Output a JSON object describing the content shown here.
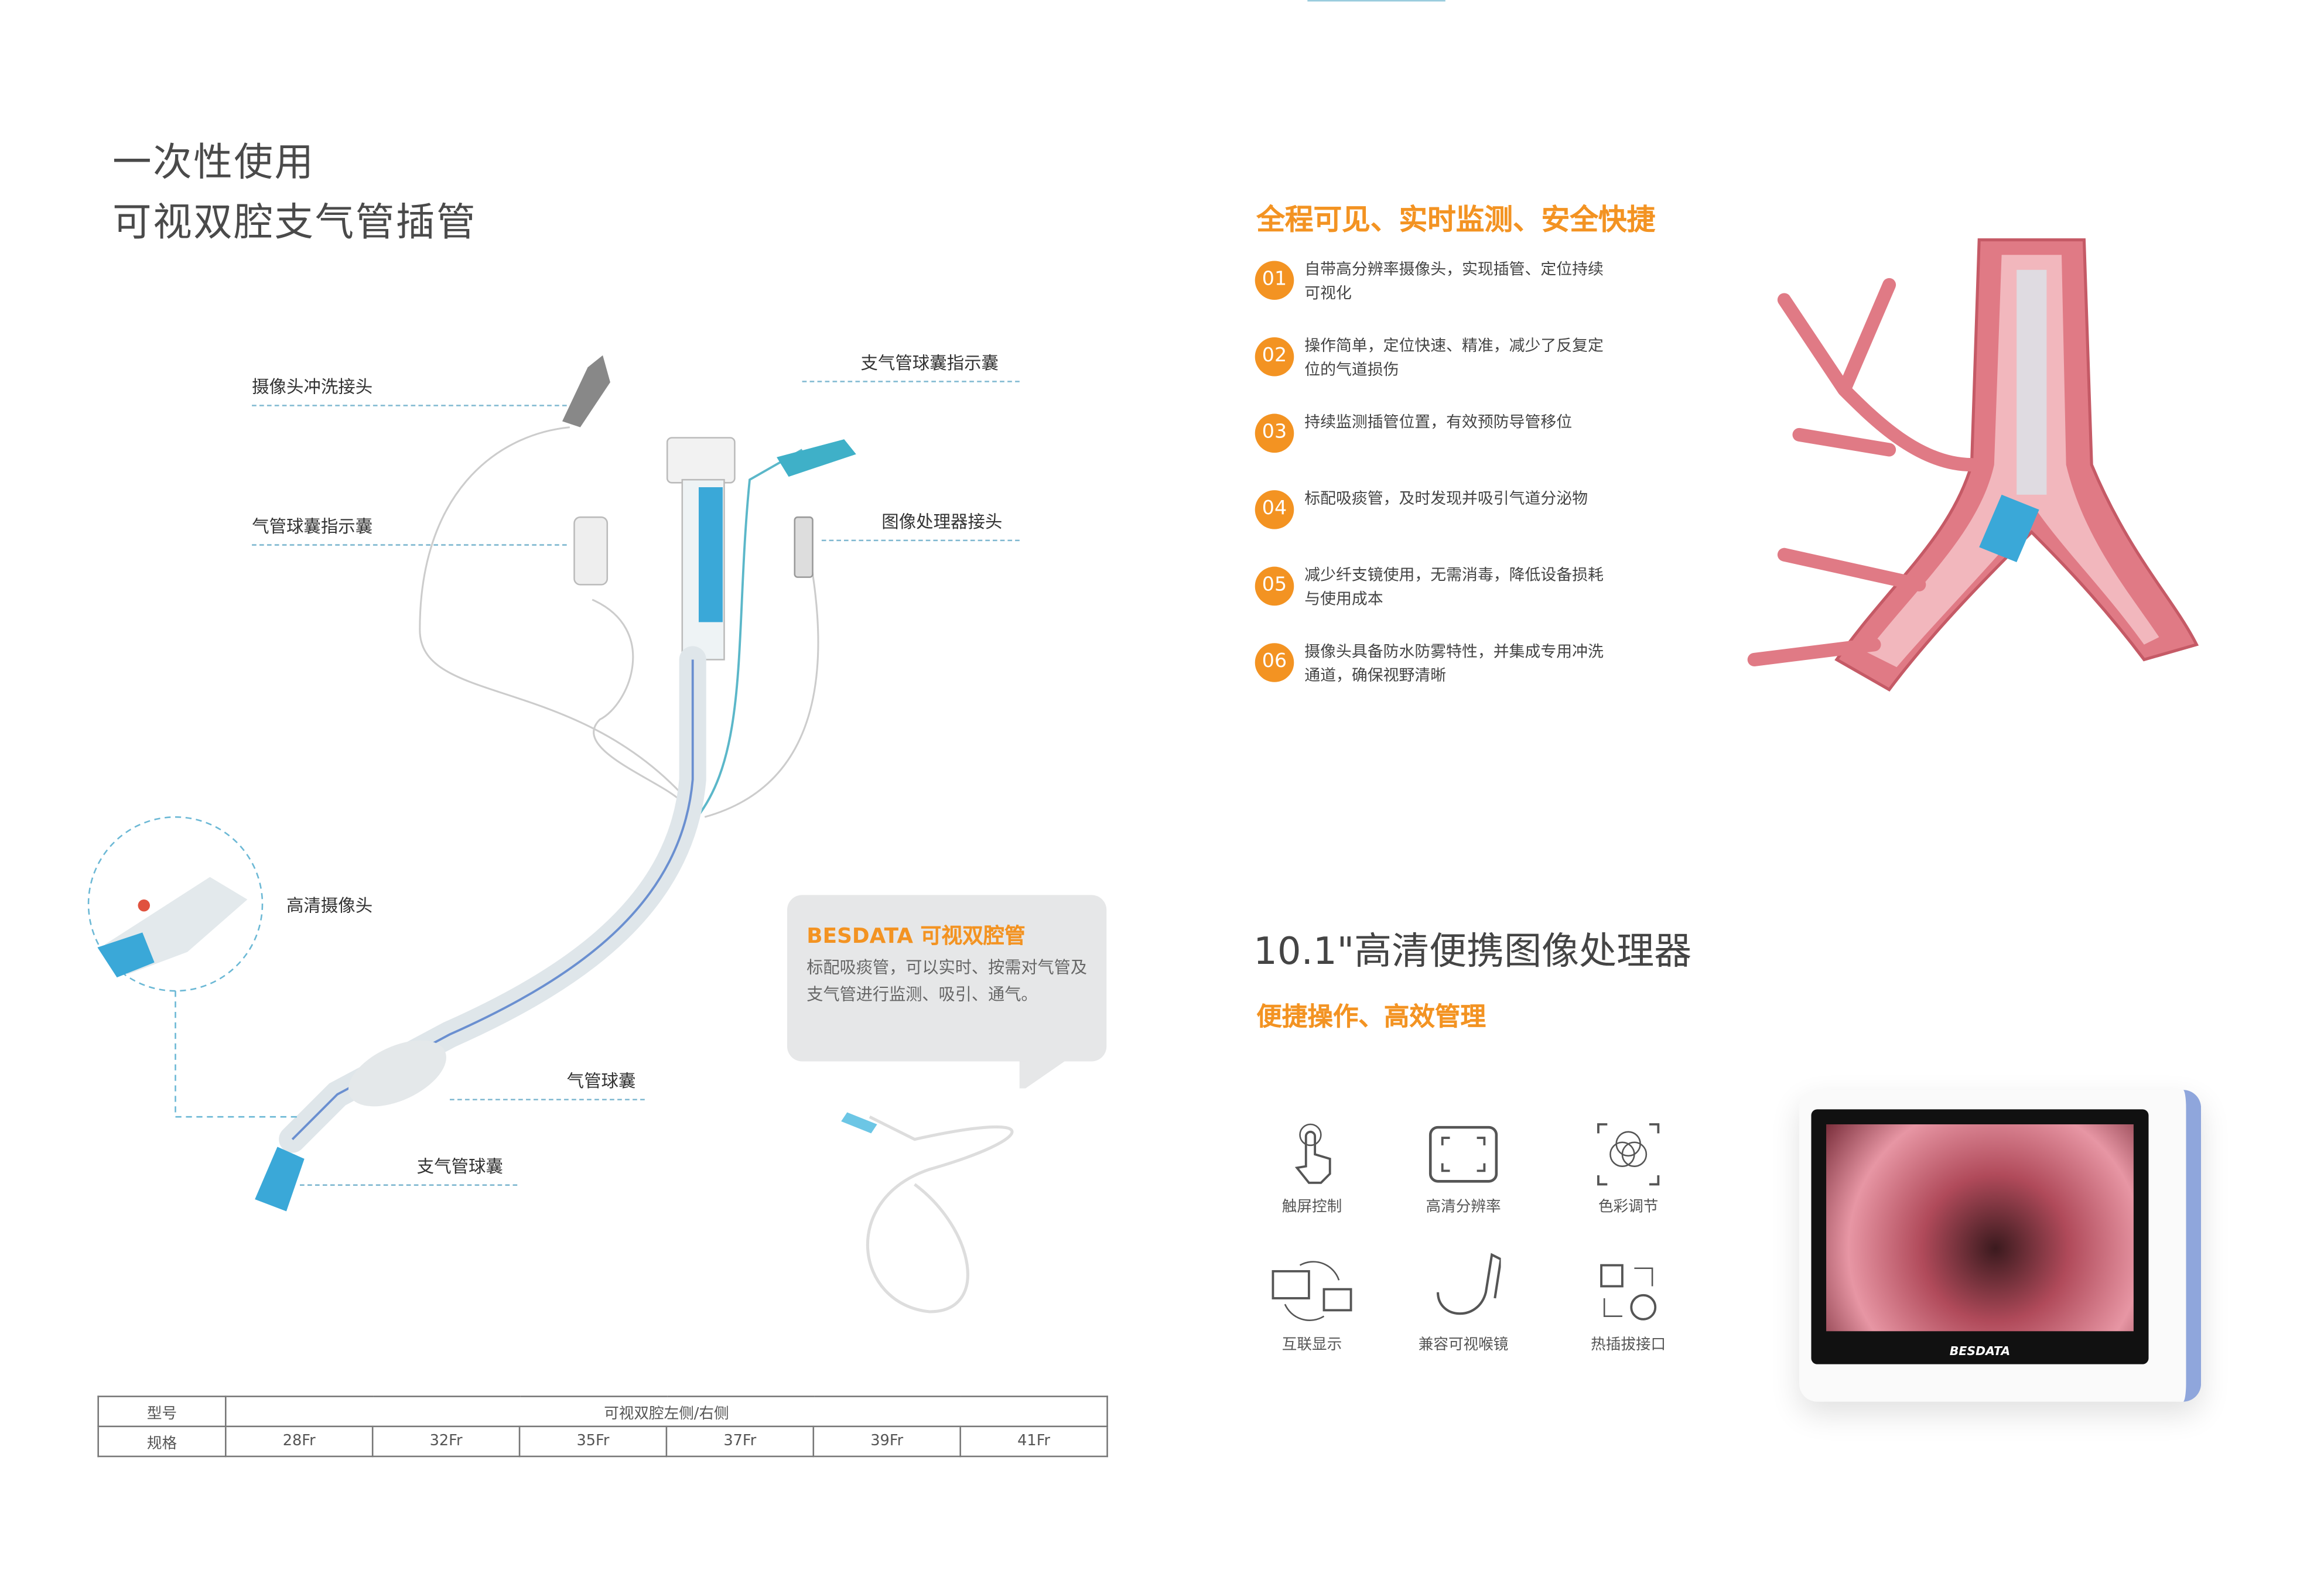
{
  "title": {
    "line1": "一次性使用",
    "line2": "可视双腔支气管插管"
  },
  "labels": {
    "flush_port": "摄像头冲洗接头",
    "tracheal_cuff_indicator": "气管球囊指示囊",
    "bronchial_cuff_indicator": "支气管球囊指示囊",
    "processor_connector": "图像处理器接头",
    "hd_camera": "高清摄像头",
    "tracheal_cuff": "气管球囊",
    "bronchial_cuff": "支气管球囊"
  },
  "callout": {
    "title": "BESDATA 可视双腔管",
    "body": "标配吸痰管，可以实时、按需对气管及支气管进行监测、吸引、通气。"
  },
  "spec_table": {
    "row1_header": "型号",
    "row1_value": "可视双腔左侧/右侧",
    "row2_header": "规格",
    "sizes": [
      "28Fr",
      "32Fr",
      "35Fr",
      "37Fr",
      "39Fr",
      "41Fr"
    ]
  },
  "features_heading": "全程可见、实时监测、安全快捷",
  "features": [
    {
      "num": "01",
      "text": "自带高分辨率摄像头，实现插管、定位持续可视化"
    },
    {
      "num": "02",
      "text": "操作简单，定位快速、精准，减少了反复定位的气道损伤"
    },
    {
      "num": "03",
      "text": "持续监测插管位置，有效预防导管移位"
    },
    {
      "num": "04",
      "text": "标配吸痰管，及时发现并吸引气道分泌物"
    },
    {
      "num": "05",
      "text": "减少纤支镜使用，无需消毒，降低设备损耗与使用成本"
    },
    {
      "num": "06",
      "text": "摄像头具备防水防雾特性，并集成专用冲洗通道，确保视野清晰"
    }
  ],
  "processor": {
    "title": "10.1\"高清便携图像处理器",
    "subtitle": "便捷操作、高效管理",
    "icons": [
      {
        "icon": "touch-icon",
        "label": "触屏控制"
      },
      {
        "icon": "hd-resolution-icon",
        "label": "高清分辨率"
      },
      {
        "icon": "color-adjust-icon",
        "label": "色彩调节"
      },
      {
        "icon": "screen-share-icon",
        "label": "互联显示"
      },
      {
        "icon": "laryngoscope-icon",
        "label": "兼容可视喉镜"
      },
      {
        "icon": "hot-plug-icon",
        "label": "热插拔接口"
      }
    ],
    "brand": "BESDATA"
  },
  "colors": {
    "accent": "#f39322",
    "tube_blue": "#3aa8d8",
    "table_border": "#777777"
  }
}
